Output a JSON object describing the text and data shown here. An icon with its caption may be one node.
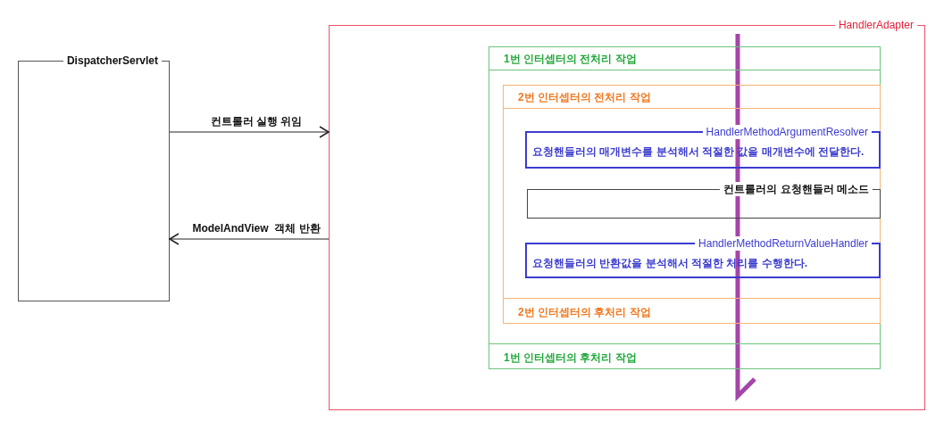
{
  "diagram": {
    "nodes": [
      {
        "text": [
          "DispatcherServlet"
        ]
      },
      {
        "text": [
          "HandlerAdapter"
        ]
      },
      {
        "text": [
          "1번 인터셉터의 전처리 작업",
          "1번 인터셉터의 후처리 작업"
        ],
        "in": 1
      },
      {
        "text": [
          "2번 인터셉터의 전처리 작업",
          "2번 인터셉터의 후처리 작업"
        ],
        "in": 2
      },
      {
        "text": [
          "HandlerMethodArgumentResolver",
          "요청핸들러의 매개변수를 분석해서 적절한 값을 매개변수에 전달한다."
        ],
        "in": 3
      },
      {
        "text": [
          "컨트롤러의 요청핸들러 메소드"
        ],
        "in": 3
      },
      {
        "text": [
          "HandlerMethodReturnValueHandler",
          "요청핸들러의 반환값을 분석해서 적절한 처리를 수행한다."
        ],
        "in": 3
      }
    ],
    "edges": [
      {
        "from": 0,
        "to": 1,
        "arrow": "to",
        "label": "컨트롤러 실행 위임"
      },
      {
        "from": 1,
        "to": 0,
        "arrow": "to",
        "label": "ModelAndView  객체 반환"
      }
    ]
  }
}
